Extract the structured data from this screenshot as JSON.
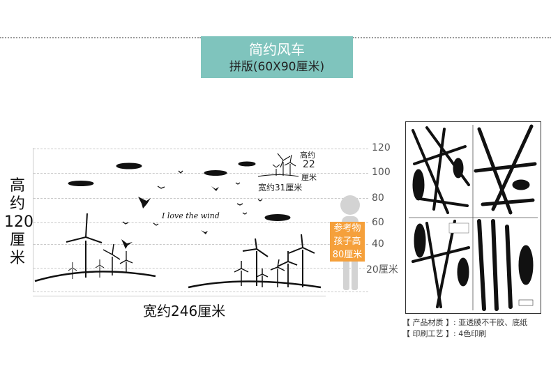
{
  "banner": {
    "title": "简约风车",
    "subtitle": "拼版(60X90厘米)"
  },
  "height_label": {
    "line1": "高",
    "line2": "约",
    "line3": "120",
    "line4": "厘",
    "line5": "米"
  },
  "width_label": "宽约246厘米",
  "scale_ticks": [
    "120",
    "100",
    "80",
    "60",
    "40",
    "20厘米"
  ],
  "small_part": {
    "height_text_1": "高约",
    "height_text_2": "22",
    "height_text_3": "厘米",
    "width_text": "宽约31厘米"
  },
  "slogan": "I love the wind",
  "reference": {
    "line1": "参考物",
    "line2": "孩子高",
    "line3": "80厘米"
  },
  "specs": {
    "material": "【 产品材质 】:  亚透膜不干胶、底纸",
    "print": "【 印刷工艺 】:  4色印刷"
  },
  "colors": {
    "banner": "#7fc4bd",
    "reference": "#f5a03b",
    "silhouette": "#111111"
  }
}
